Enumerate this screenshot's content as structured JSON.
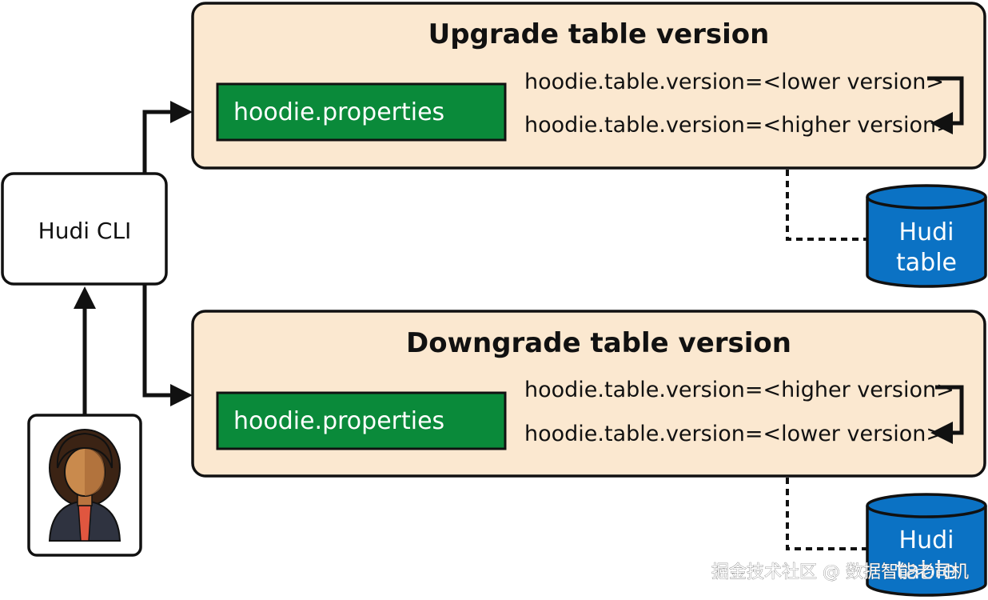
{
  "upgrade": {
    "title": "Upgrade table version",
    "file_label": "hoodie.properties",
    "line1": "hoodie.table.version=<lower version>",
    "line2": "hoodie.table.version=<higher version>"
  },
  "downgrade": {
    "title": "Downgrade table version",
    "file_label": "hoodie.properties",
    "line1": "hoodie.table.version=<higher version>",
    "line2": "hoodie.table.version=<lower version>"
  },
  "cli": {
    "label": "Hudi CLI"
  },
  "table_top": {
    "line1": "Hudi",
    "line2": "table"
  },
  "table_bottom": {
    "line1": "Hudi",
    "line2": "table"
  },
  "watermark": "掘金技术社区 @ 数据智能老司机",
  "colors": {
    "panel_fill": "#fbe8d0",
    "file_green": "#0a8a3a",
    "db_blue": "#0b72c4",
    "stroke": "#111111"
  },
  "icons": {
    "user": "person-avatar-icon",
    "database": "cylinder-database-icon"
  }
}
